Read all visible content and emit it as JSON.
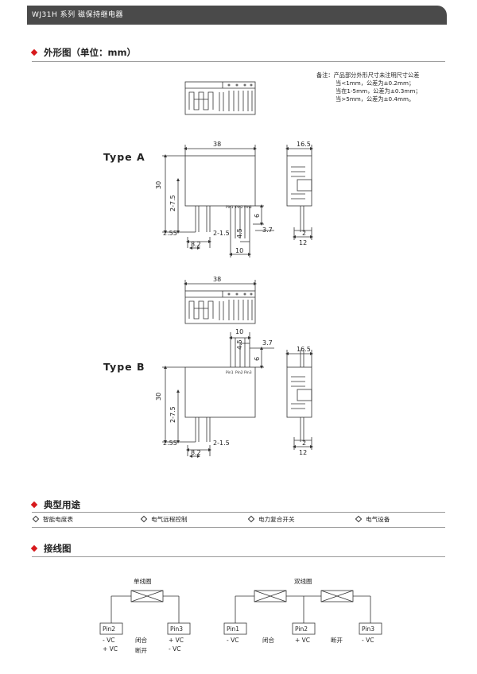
{
  "header": {
    "title": "WJ31H 系列   磁保持继电器"
  },
  "sections": {
    "dimensions": "外形图（单位：mm）",
    "applications": "典型用途",
    "wiring": "接线图"
  },
  "note": {
    "line1": "备注：产品部分外形尺寸未注明尺寸公差",
    "line2": "当<1mm，公差为±0.2mm；",
    "line3": "当在1-5mm，公差为±0.3mm；",
    "line4": "当>5mm，公差为±0.4mm。"
  },
  "types": {
    "a": "Type A",
    "b": "Type B"
  },
  "dims": {
    "d38": "38",
    "d30": "30",
    "d275": "2-7.5",
    "d255": "2.55",
    "d82": "8.2",
    "d215": "2-1.5",
    "d10": "10",
    "d6": "6",
    "d37": "3.7",
    "d45": "4.5",
    "d165": "16.5",
    "d2": "2",
    "d12": "12"
  },
  "pins": {
    "pin1": "Pin1",
    "pin2": "Pin2",
    "pin3": "Pin3"
  },
  "applications": [
    {
      "label": "智能电度表"
    },
    {
      "label": "电气远程控制"
    },
    {
      "label": "电力复合开关"
    },
    {
      "label": "电气设备"
    }
  ],
  "wiring": {
    "single": {
      "title": "单线圈",
      "pin_left": "Pin2",
      "pin_right": "Pin3",
      "left_a": "- VC",
      "left_b": "+ VC",
      "mid_a": "闭合",
      "mid_b": "断开",
      "right_a": "+ VC",
      "right_b": "- VC"
    },
    "double": {
      "title": "双线圈",
      "pin1": "Pin1",
      "pin2": "Pin2",
      "pin3": "Pin3",
      "v1": "- VC",
      "close": "闭合",
      "v2": "+ VC",
      "open": "断开",
      "v3": "- VC"
    }
  }
}
